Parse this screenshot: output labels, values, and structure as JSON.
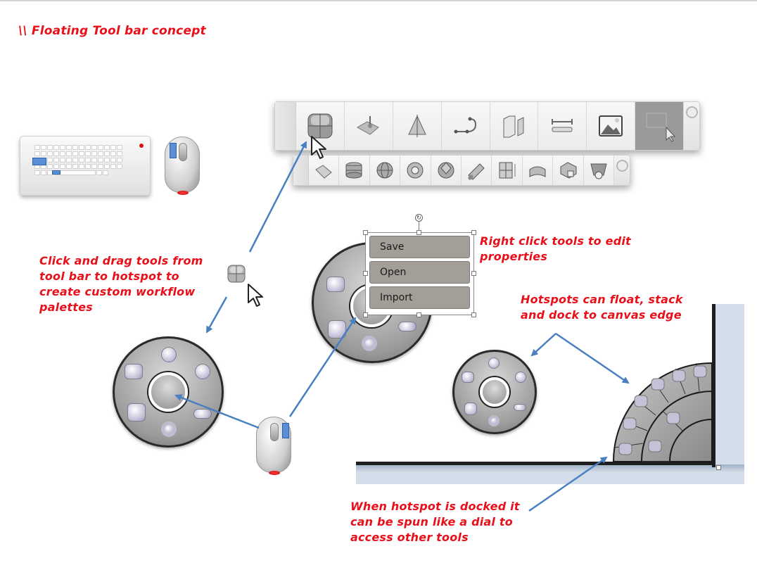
{
  "title": "\\\\ Floating Tool bar concept",
  "notes": {
    "drag": "Click and drag tools from\ntool bar to hotspot to\ncreate custom workflow\npalettes",
    "right_click": "Right click tools to edit\nproperties",
    "float": "Hotspots can float, stack\nand dock to canvas edge",
    "dock": "When hotspot is docked it\ncan be spun like a dial to\naccess other tools"
  },
  "toolbar_main": {
    "tools": [
      {
        "icon": "box-icon"
      },
      {
        "icon": "surface-point-icon"
      },
      {
        "icon": "revolve-icon"
      },
      {
        "icon": "curve-icon"
      },
      {
        "icon": "extrude-panel-icon"
      },
      {
        "icon": "measure-icon"
      },
      {
        "icon": "image-icon"
      },
      {
        "icon": "select-region-icon",
        "active": true
      }
    ]
  },
  "toolbar_sub": {
    "tools": [
      {
        "icon": "plane-icon"
      },
      {
        "icon": "cylinder-icon"
      },
      {
        "icon": "sphere-icon"
      },
      {
        "icon": "torus-icon"
      },
      {
        "icon": "geosphere-icon"
      },
      {
        "icon": "pipe-icon"
      },
      {
        "icon": "grid-box-icon"
      },
      {
        "icon": "bend-icon"
      },
      {
        "icon": "stair-icon"
      },
      {
        "icon": "cone-cup-icon"
      }
    ]
  },
  "context_menu": {
    "items": [
      "Save",
      "Open",
      "Import"
    ]
  },
  "colors": {
    "annotation": "#e8101a",
    "arrow": "#4a7fc1",
    "highlight": "#5a8fd8",
    "menu_item": "#a39e98",
    "canvas_bg": "#d4deea"
  }
}
